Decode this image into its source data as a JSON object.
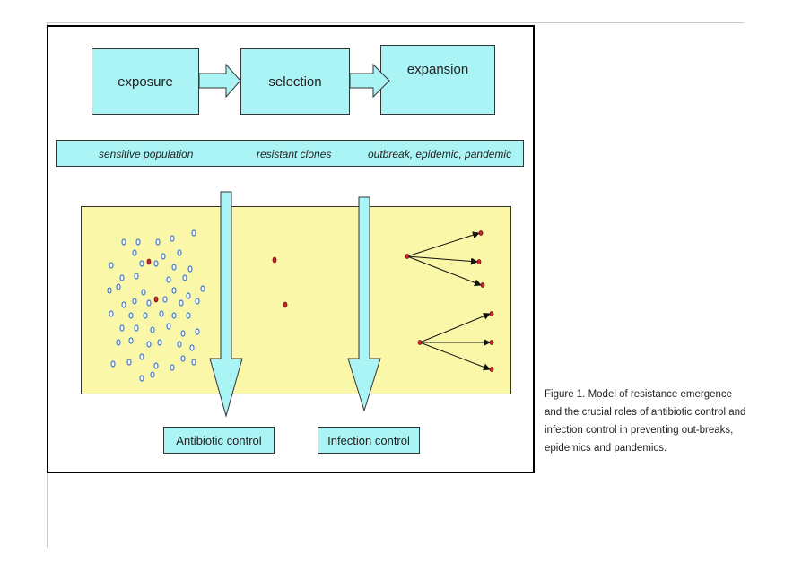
{
  "stages": {
    "exposure": "exposure",
    "selection": "selection",
    "expansion": "expansion"
  },
  "band": {
    "sensitive": "sensitive population",
    "resistant": "resistant clones",
    "outbreak": "outbreak, epidemic, pandemic"
  },
  "controls": {
    "antibiotic": "Antibiotic control",
    "infection": "Infection control"
  },
  "caption": "Figure 1. Model of resistance emergence and the crucial roles of antibiotic control and infection control in preventing out-breaks, epidemics and pandemics.",
  "colors": {
    "box_fill": "#aaf4f6",
    "panel_fill": "#fbf7a8",
    "resistant_dot": "#c0282a",
    "sensitive_dot": "#4a7bd0"
  }
}
